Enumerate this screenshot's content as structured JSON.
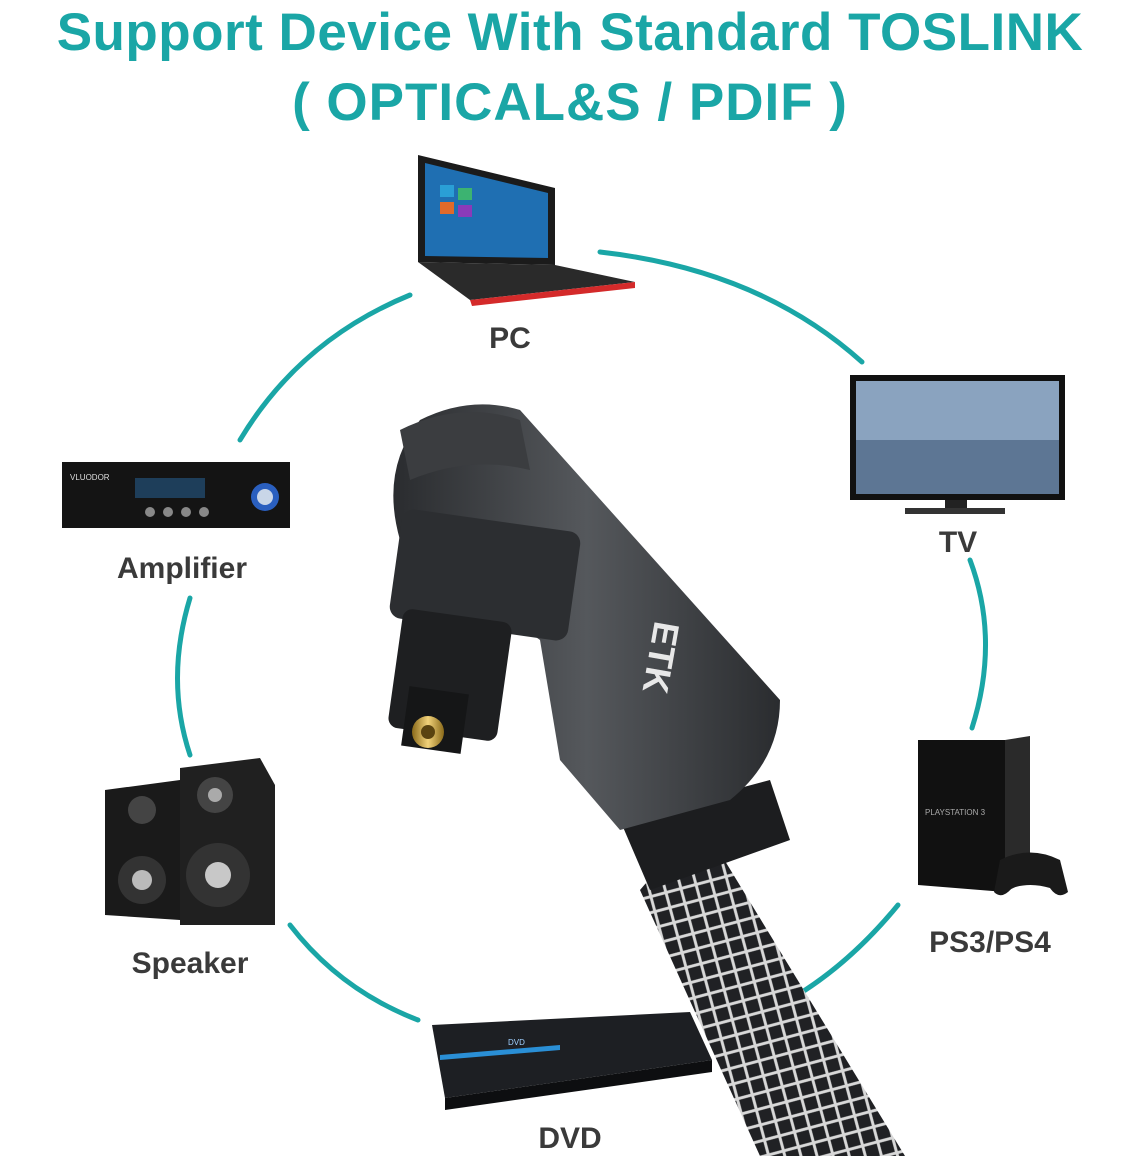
{
  "heading": {
    "line1": "Support Device With Standard TOSLINK",
    "line2": "( OPTICAL&S / PDIF )"
  },
  "devices": {
    "pc": "PC",
    "tv": "TV",
    "amplifier": "Amplifier",
    "ps": "PS3/PS4",
    "speaker": "Speaker",
    "dvd": "DVD"
  },
  "product": {
    "brand_logo": "ETK",
    "console_brand": "PLAYSTATION 3",
    "amplifier_brand": "VLUODOR",
    "dvd_logo": "DVD"
  },
  "colors": {
    "accent": "#1aa6a6",
    "label": "#3a3a3a"
  }
}
